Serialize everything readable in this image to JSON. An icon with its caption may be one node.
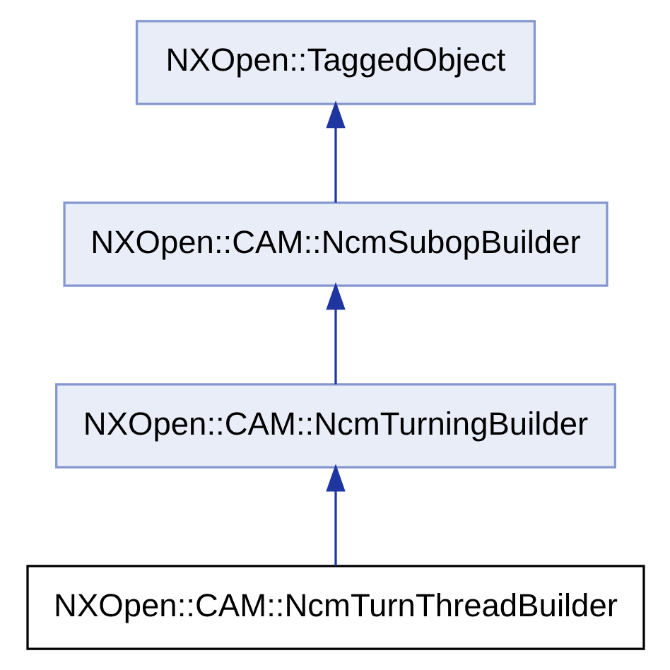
{
  "diagram": {
    "nodes": [
      {
        "text": [
          "NXOpen::TaggedObject"
        ]
      },
      {
        "text": [
          "NXOpen::CAM::NcmSubopBuilder"
        ]
      },
      {
        "text": [
          "NXOpen::CAM::NcmTurningBuilder"
        ]
      },
      {
        "text": [
          "NXOpen::CAM::NcmTurnThreadBuilder"
        ]
      }
    ],
    "edges": [
      {
        "from": 1,
        "to": 0,
        "arrow": "to"
      },
      {
        "from": 2,
        "to": 1,
        "arrow": "to"
      },
      {
        "from": 3,
        "to": 2,
        "arrow": "to"
      }
    ]
  }
}
